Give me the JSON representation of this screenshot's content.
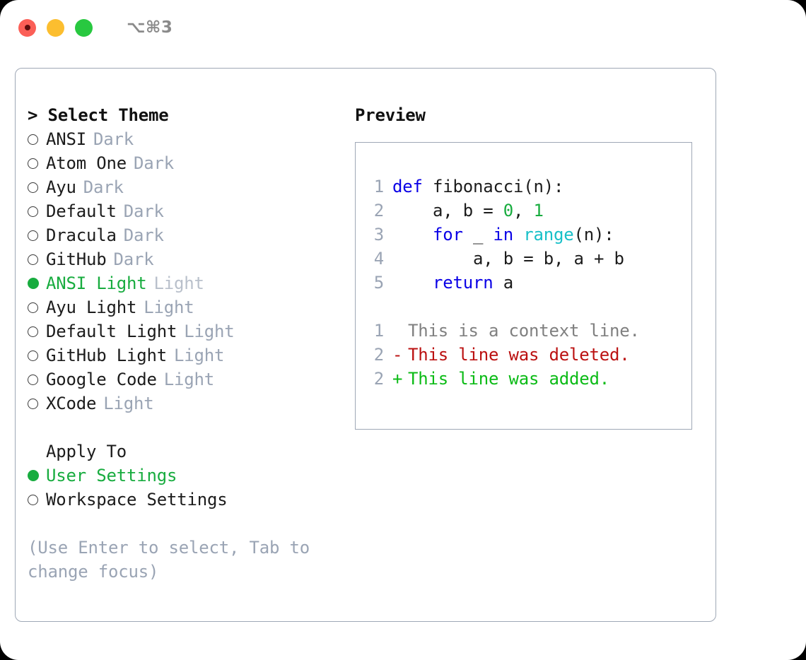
{
  "titlebar": {
    "shortcut": "⌥⌘3",
    "lights": [
      {
        "name": "close-button",
        "color": "#fb5f57"
      },
      {
        "name": "minimize-button",
        "color": "#fcbe2f"
      },
      {
        "name": "maximize-button",
        "color": "#28c840"
      }
    ]
  },
  "theme_picker": {
    "heading": "> Select Theme",
    "items": [
      {
        "bullet": "○",
        "label": "ANSI",
        "badge": "Dark",
        "selected": false
      },
      {
        "bullet": "○",
        "label": "Atom One",
        "badge": "Dark",
        "selected": false
      },
      {
        "bullet": "○",
        "label": "Ayu",
        "badge": "Dark",
        "selected": false
      },
      {
        "bullet": "○",
        "label": "Default",
        "badge": "Dark",
        "selected": false
      },
      {
        "bullet": "○",
        "label": "Dracula",
        "badge": "Dark",
        "selected": false
      },
      {
        "bullet": "○",
        "label": "GitHub",
        "badge": "Dark",
        "selected": false
      },
      {
        "bullet": "●",
        "label": "ANSI Light",
        "badge": "Light",
        "selected": true
      },
      {
        "bullet": "○",
        "label": "Ayu Light",
        "badge": "Light",
        "selected": false
      },
      {
        "bullet": "○",
        "label": "Default Light",
        "badge": "Light",
        "selected": false
      },
      {
        "bullet": "○",
        "label": "GitHub Light",
        "badge": "Light",
        "selected": false
      },
      {
        "bullet": "○",
        "label": "Google Code",
        "badge": "Light",
        "selected": false
      },
      {
        "bullet": "○",
        "label": "XCode",
        "badge": "Light",
        "selected": false
      }
    ]
  },
  "apply_to": {
    "heading": "Apply To",
    "items": [
      {
        "bullet": "●",
        "label": "User Settings",
        "selected": true
      },
      {
        "bullet": "○",
        "label": "Workspace Settings",
        "selected": false
      }
    ]
  },
  "hint": "(Use Enter to select, Tab to change focus)",
  "preview": {
    "heading": "Preview",
    "code_lines": [
      {
        "n": "1",
        "tokens": [
          {
            "t": "def ",
            "c": "kw"
          },
          {
            "t": "fibonacci(n):",
            "c": "pl"
          }
        ]
      },
      {
        "n": "2",
        "tokens": [
          {
            "t": "    a, b = ",
            "c": "pl"
          },
          {
            "t": "0",
            "c": "num"
          },
          {
            "t": ", ",
            "c": "pl"
          },
          {
            "t": "1",
            "c": "num"
          }
        ]
      },
      {
        "n": "3",
        "tokens": [
          {
            "t": "    ",
            "c": "pl"
          },
          {
            "t": "for",
            "c": "kw"
          },
          {
            "t": " _ ",
            "c": "pl"
          },
          {
            "t": "in",
            "c": "kw"
          },
          {
            "t": " ",
            "c": "pl"
          },
          {
            "t": "range",
            "c": "fn"
          },
          {
            "t": "(n):",
            "c": "pl"
          }
        ]
      },
      {
        "n": "4",
        "tokens": [
          {
            "t": "        a, b = b, a + b",
            "c": "pl"
          }
        ]
      },
      {
        "n": "5",
        "tokens": [
          {
            "t": "    ",
            "c": "pl"
          },
          {
            "t": "return",
            "c": "kw"
          },
          {
            "t": " a",
            "c": "pl"
          }
        ]
      }
    ],
    "diff_lines": [
      {
        "n": "1",
        "mark": " ",
        "text": "This is a context line.",
        "kind": "ctx"
      },
      {
        "n": "2",
        "mark": "-",
        "text": "This line was deleted.",
        "kind": "del"
      },
      {
        "n": "2",
        "mark": "+",
        "text": "This line was added.",
        "kind": "add"
      }
    ]
  },
  "colors": {
    "accent_green": "#18ac3f",
    "keyword_blue": "#0a00e6",
    "function_cyan": "#18c0c8",
    "number_green": "#18ac3f",
    "diff_deleted": "#bb1111",
    "diff_added": "#0bbb16",
    "muted": "#9aa4b4",
    "border": "#9fa8b6"
  }
}
